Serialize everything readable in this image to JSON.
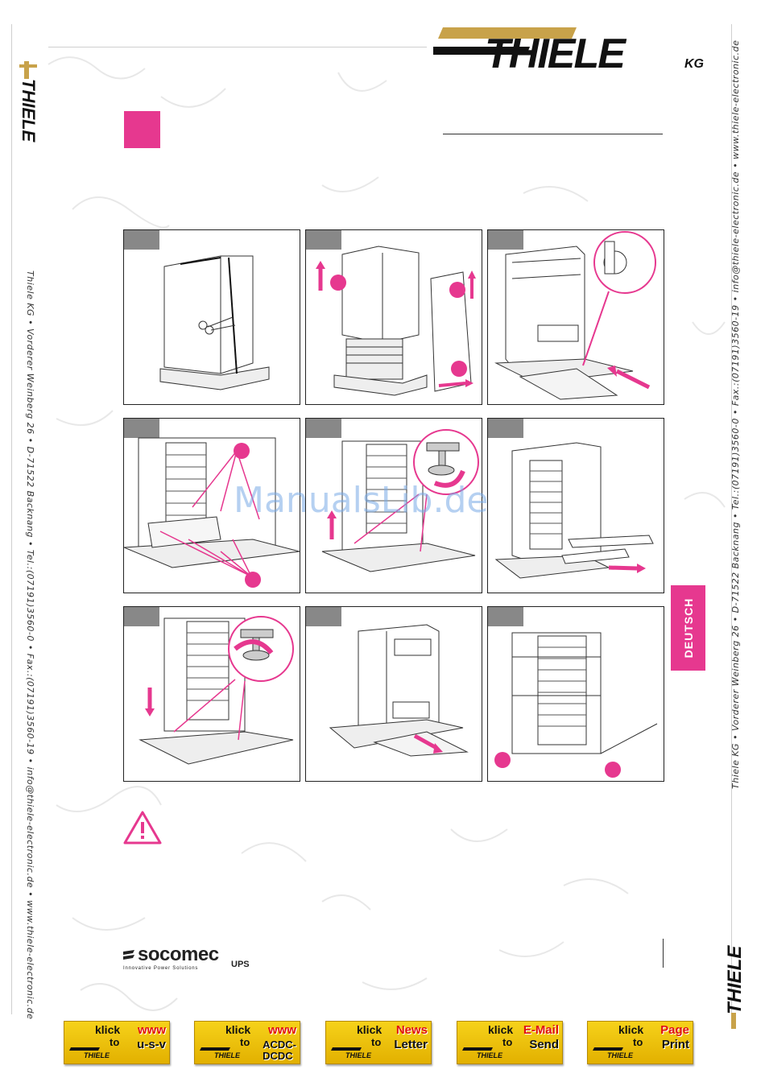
{
  "brand": {
    "logo_text": "THIELE",
    "logo_suffix": "KG",
    "gold_color": "#c8a24a",
    "black_color": "#111111"
  },
  "sidebar_left": {
    "text": "Thiele KG • Vorderer Weinberg 26 • D-71522 Backnang • Tel.:(07191)3560-0 • Fax.:(07191)3560-19 • info@thiele-electronic.de • www.thiele-electronic.de"
  },
  "sidebar_right": {
    "text": "Thiele KG • Vorderer Weinberg 26 • D-71522 Backnang • Tel.:(07191)3560-0 • Fax.:(07191)3560-19 • info@thiele-electronic.de • www.thiele-electronic.de"
  },
  "accent_color": "#e6388f",
  "language_tab": {
    "label": "DEUTSCH"
  },
  "watermark": {
    "text": "ManualsLib.de"
  },
  "socomec": {
    "name": "socomec",
    "ups": "UPS",
    "tagline": "Innovative Power Solutions"
  },
  "panels": [
    {
      "icon": "unpack-scissors-illustration"
    },
    {
      "icon": "lift-cover-illustration"
    },
    {
      "icon": "ramp-illustration"
    },
    {
      "icon": "remove-brackets-illustration"
    },
    {
      "icon": "raise-feet-illustration"
    },
    {
      "icon": "remove-rails-illustration"
    },
    {
      "icon": "lower-feet-illustration"
    },
    {
      "icon": "roll-down-ramp-illustration"
    },
    {
      "icon": "level-feet-illustration"
    }
  ],
  "buttons": [
    {
      "klick": "klick",
      "to": "to",
      "word1": "www",
      "word2": "u-s-v"
    },
    {
      "klick": "klick",
      "to": "to",
      "word1": "www",
      "word2": "ACDC-\nDCDC"
    },
    {
      "klick": "klick",
      "to": "to",
      "word1": "News",
      "word2": "Letter"
    },
    {
      "klick": "klick",
      "to": "to",
      "word1": "E-Mail",
      "word2": "Send"
    },
    {
      "klick": "klick",
      "to": "to",
      "word1": "Page",
      "word2": "Print"
    }
  ]
}
